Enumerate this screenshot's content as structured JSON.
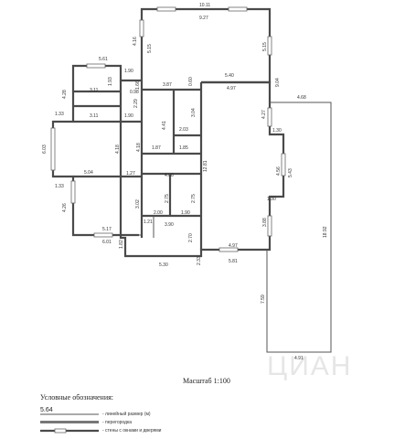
{
  "labels": {
    "top_total": "10.11",
    "top_room_w": "9.27",
    "top_left_h": "4.16",
    "top_right_h": "5.15",
    "top_inner_h": "5.15",
    "top_bottom": "5.40",
    "small_left_w": "5.61",
    "small_a": "1.90",
    "small_b": "1.66",
    "small_c": "0.98",
    "room_311_a": "3.11",
    "room_311_b": "3.11",
    "h_428": "4.28",
    "w_133a": "1.33",
    "w_190b": "1.90",
    "v_193": "1.93",
    "v_229": "2.29",
    "v_060": "0.60",
    "w_387": "3.87",
    "w_497a": "4.97",
    "v_904": "9.04",
    "h_603": "6.03",
    "v_441": "4.41",
    "v_304": "3.04",
    "v_427": "4.27",
    "v_203": "2.03",
    "v_418a": "4.18",
    "v_418b": "4.18",
    "w_187": "1.87",
    "w_185": "1.85",
    "w_130a": "1.30",
    "v_456": "4.56",
    "v_543": "5.43",
    "v_1281": "12.81",
    "w_504": "5.04",
    "w_127": "1.27",
    "w_408": "4.08",
    "w_133b": "1.33",
    "h_426": "4.26",
    "v_275a": "2.75",
    "v_275b": "2.75",
    "w_130b": "1.30",
    "v_302": "3.02",
    "w_200": "2.00",
    "w_190c": "1.90",
    "w_517": "5.17",
    "v_388": "3.88",
    "w_601": "6.01",
    "w_121": "1.21",
    "w_390": "3.90",
    "v_270": "2.70",
    "w_497b": "4.97",
    "v_182": "1.82",
    "w_530": "5.30",
    "v_233": "2.33",
    "w_581": "5.81",
    "w_468": "4.68",
    "v_1892": "18.92",
    "v_759": "7.59",
    "w_491": "4.91"
  },
  "watermark": "ЦИАН",
  "scale_text": "Масштаб 1:100",
  "legend": {
    "title": "Условные обозначения:",
    "sample_value": "5.64",
    "item1": "- линейный размер (м)",
    "item2": "- перегородка",
    "item3": "- стены с окнами и дверями"
  }
}
